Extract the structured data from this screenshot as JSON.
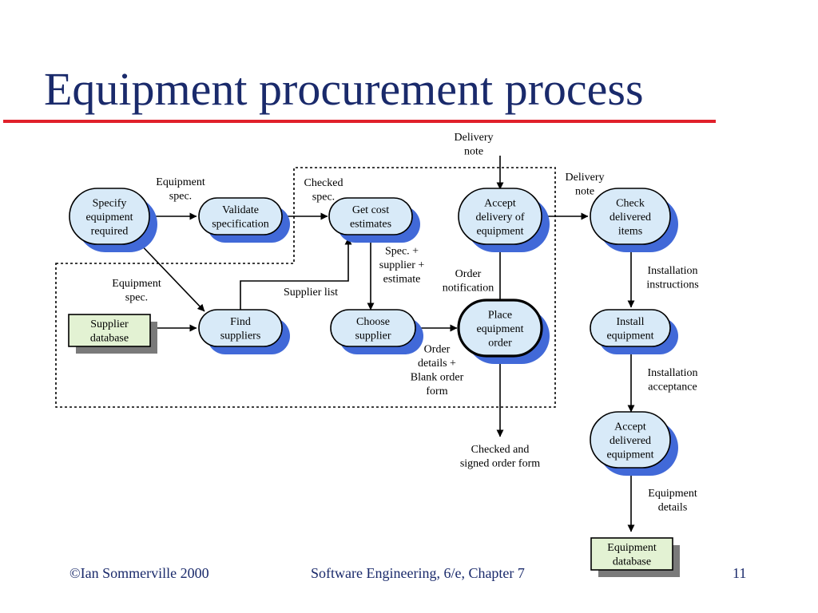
{
  "slide": {
    "title": "Equipment procurement process",
    "footer_left": "©Ian Sommerville 2000",
    "footer_center": "Software Engineering, 6/e, Chapter 7",
    "page_number": "11"
  },
  "colors": {
    "title": "#1a2a6b",
    "title_rule": "#e0202a",
    "process_fill": "#d8eaf8",
    "process_shadow": "#4169d8",
    "datastore_fill": "#e3f2d3",
    "datastore_shadow": "#7a7a7a"
  },
  "processes": {
    "specify": [
      "Specify",
      "equipment",
      "required"
    ],
    "validate": [
      "Validate",
      "specification"
    ],
    "get_cost": [
      "Get cost",
      "estimates"
    ],
    "accept_delivery": [
      "Accept",
      "delivery of",
      "equipment"
    ],
    "check_items": [
      "Check",
      "delivered",
      "items"
    ],
    "find_suppliers": [
      "Find",
      "suppliers"
    ],
    "choose_supplier": [
      "Choose",
      "supplier"
    ],
    "place_order": [
      "Place",
      "equipment",
      "order"
    ],
    "install": [
      "Install",
      "equipment"
    ],
    "accept_equipment": [
      "Accept",
      "delivered",
      "equipment"
    ]
  },
  "datastores": {
    "supplier_db": [
      "Supplier",
      "database"
    ],
    "equipment_db": [
      "Equipment",
      "database"
    ]
  },
  "flows": {
    "delivery_note_top": [
      "Delivery",
      "note"
    ],
    "equipment_spec_top": [
      "Equipment",
      "spec."
    ],
    "checked_spec": [
      "Checked",
      "spec."
    ],
    "delivery_note_right": [
      "Delivery",
      "note"
    ],
    "equipment_spec_left": [
      "Equipment",
      "spec."
    ],
    "supplier_list": [
      "Supplier list"
    ],
    "spec_supplier_estimate": [
      "Spec. +",
      "supplier +",
      "estimate"
    ],
    "order_notification": [
      "Order",
      "notification"
    ],
    "order_details": [
      "Order",
      "details +",
      "Blank order",
      "form"
    ],
    "checked_signed": [
      "Checked and",
      "signed order form"
    ],
    "installation_instructions": [
      "Installation",
      "instructions"
    ],
    "installation_acceptance": [
      "Installation",
      "acceptance"
    ],
    "equipment_details": [
      "Equipment",
      "details"
    ]
  }
}
